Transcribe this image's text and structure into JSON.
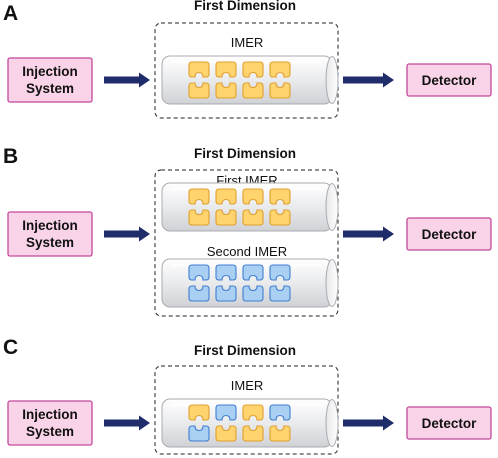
{
  "palette": {
    "yellow_fill": "#FFD36E",
    "yellow_stroke": "#E0A02E",
    "blue_fill": "#A9CFF3",
    "blue_stroke": "#3F7FD0",
    "box_fill": "#F9D4E8",
    "box_stroke": "#C4489A",
    "arrow_fill": "#1F2D6B",
    "dash_stroke": "#222222"
  },
  "panels": [
    {
      "letter": "A",
      "dimension_title": "First Dimension",
      "injection_label": [
        "Injection",
        "System"
      ],
      "detector_label": "Detector",
      "reactors": [
        {
          "label": "IMER",
          "pattern": [
            "Y",
            "Y",
            "Y",
            "Y",
            "Y",
            "Y",
            "Y",
            "Y"
          ]
        }
      ]
    },
    {
      "letter": "B",
      "dimension_title": "First Dimension",
      "injection_label": [
        "Injection",
        "System"
      ],
      "detector_label": "Detector",
      "reactors": [
        {
          "label": "First IMER",
          "pattern": [
            "Y",
            "Y",
            "Y",
            "Y",
            "Y",
            "Y",
            "Y",
            "Y"
          ]
        },
        {
          "label": "Second IMER",
          "pattern": [
            "B",
            "B",
            "B",
            "B",
            "B",
            "B",
            "B",
            "B"
          ]
        }
      ]
    },
    {
      "letter": "C",
      "dimension_title": "First Dimension",
      "injection_label": [
        "Injection",
        "System"
      ],
      "detector_label": "Detector",
      "reactors": [
        {
          "label": "IMER",
          "pattern": [
            "Y",
            "B",
            "Y",
            "B",
            "B",
            "Y",
            "Y",
            "Y"
          ]
        }
      ]
    }
  ]
}
